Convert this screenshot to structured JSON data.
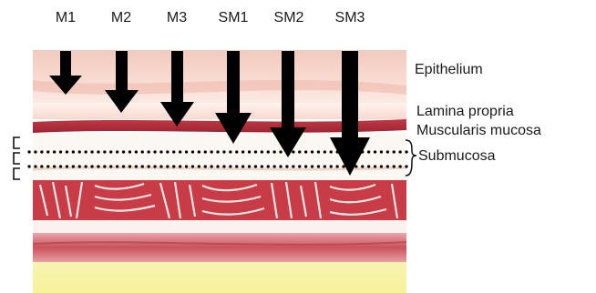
{
  "depth_labels": [
    "M1",
    "M2",
    "M3",
    "SM1",
    "SM2",
    "SM3"
  ],
  "layer_labels": {
    "epithelium": "Epithelium",
    "lamina_propria": "Lamina propria",
    "muscularis_mucosa": "Muscularis mucosa",
    "submucosa": "Submucosa"
  }
}
